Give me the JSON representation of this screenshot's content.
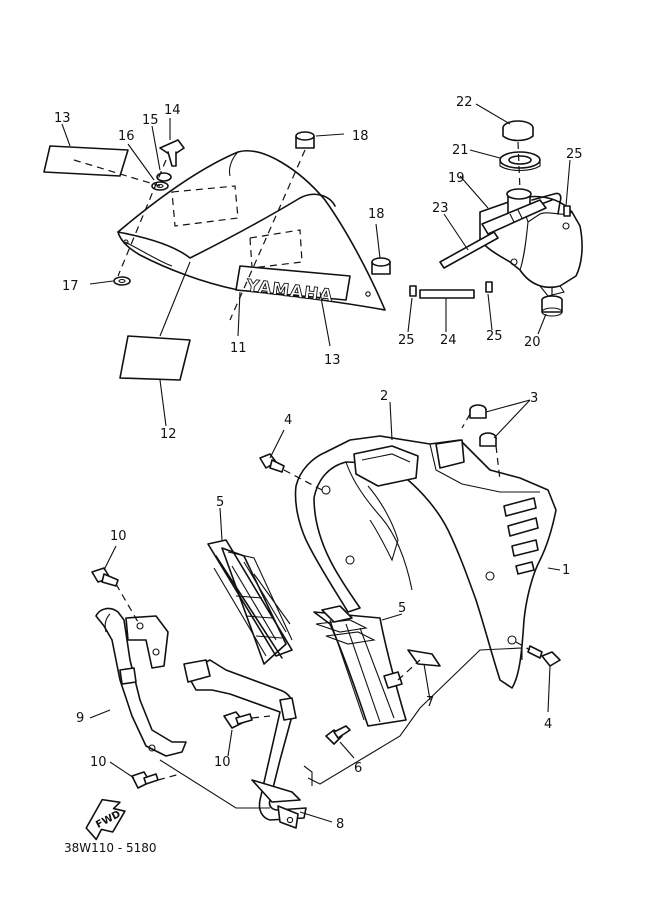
{
  "diagram_code": "38W110 - 5180",
  "brand_text": "YAMAHA",
  "fwd_label": "FWD",
  "callouts": {
    "c1": "1",
    "c2": "2",
    "c3": "3",
    "c4a": "4",
    "c4b": "4",
    "c5a": "5",
    "c5b": "5",
    "c6": "6",
    "c7": "7",
    "c8": "8",
    "c9": "9",
    "c10a": "10",
    "c10b": "10",
    "c10c": "10",
    "c11": "11",
    "c12": "12",
    "c13a": "13",
    "c13b": "13",
    "c14": "14",
    "c15": "15",
    "c16": "16",
    "c17": "17",
    "c18a": "18",
    "c18b": "18",
    "c19": "19",
    "c20": "20",
    "c21": "21",
    "c22": "22",
    "c23": "23",
    "c24": "24",
    "c25a": "25",
    "c25b": "25",
    "c25c": "25"
  }
}
